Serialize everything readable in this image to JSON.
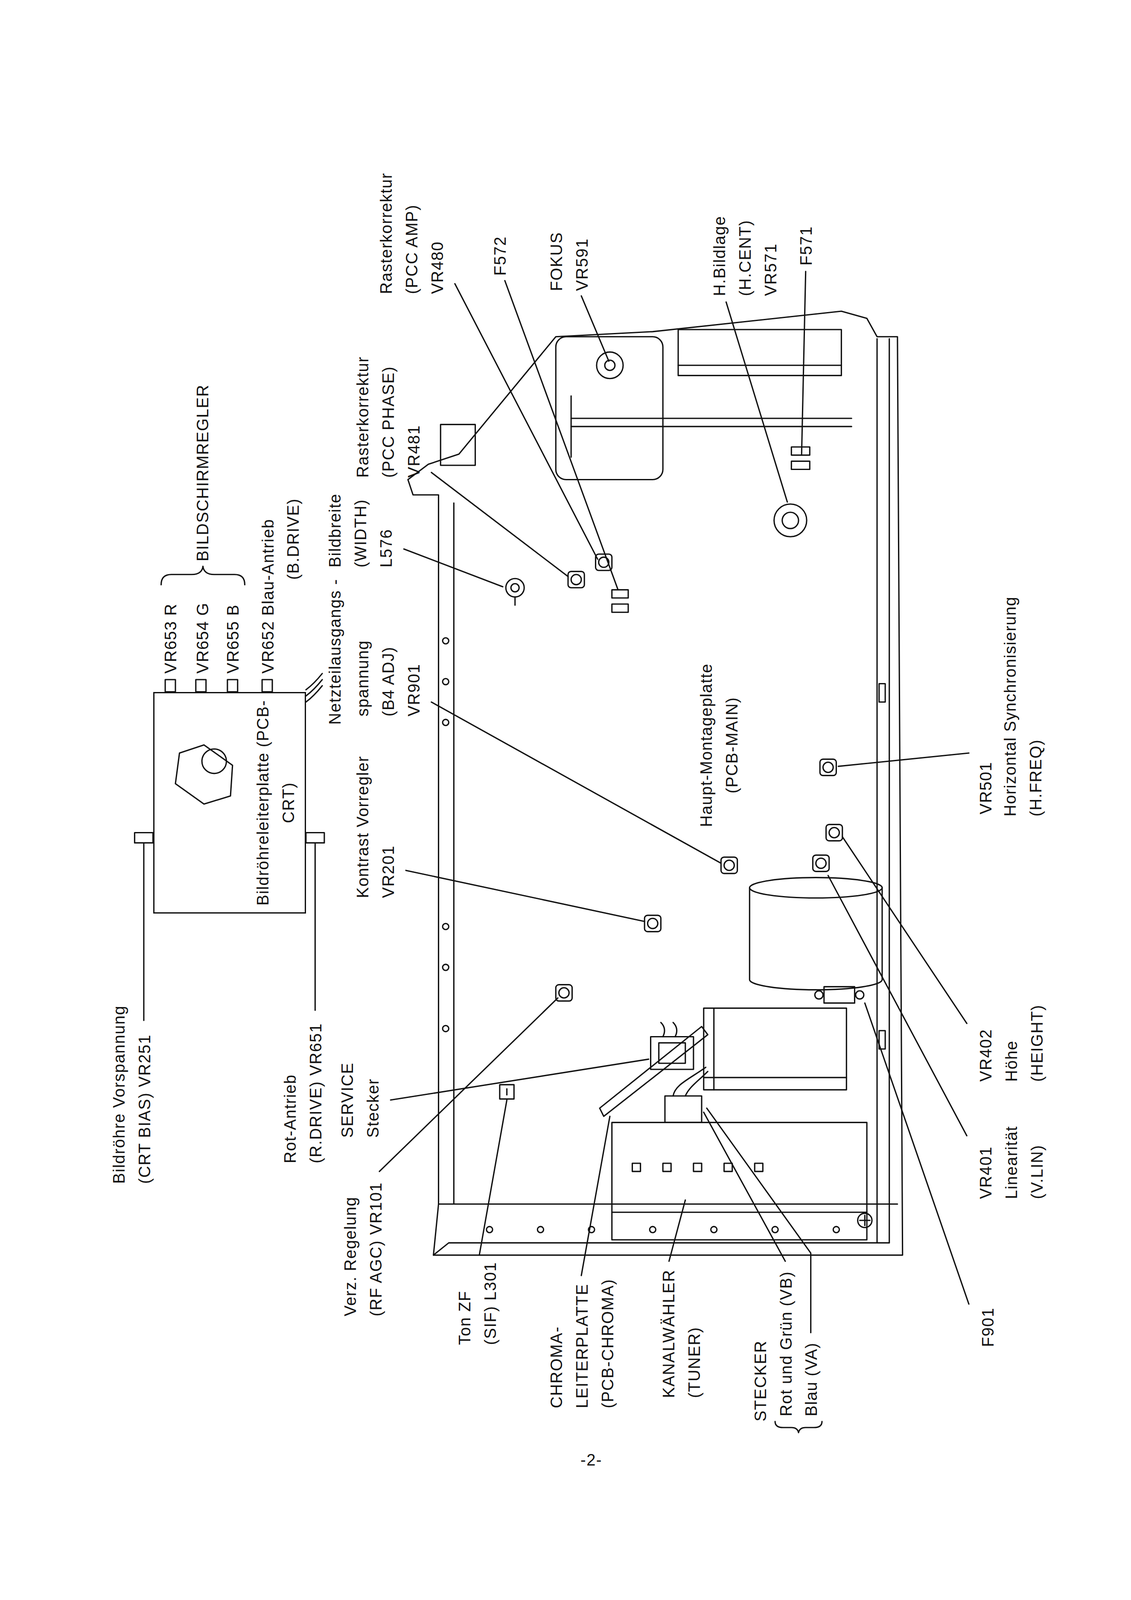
{
  "diagram": {
    "nodes": [
      {
        "text": [
          "Bildröhreleiterplatte (PCB-CRT)"
        ]
      },
      {
        "text": [
          "Haupt-Montageplatte (PCB-MAIN)"
        ]
      }
    ],
    "labels": [
      "Bildröhre Vorspannung (CRT BIAS) VR251",
      "Rot-Antrieb (R.DRIVE) VR651",
      "VR653 R",
      "VR654 G",
      "VR655 B",
      "BILDSCHIRMREGLER",
      "VR652 Blau-Antrieb",
      "(B.DRIVE)",
      "Verz. Regelung (RF AGC) VR101",
      "SERVICE Stecker",
      "Kontrast Vorregler VR201",
      "Netzteilausgangs -",
      "spannung (B4 ADJ) VR901",
      "Bildbreite (WIDTH) L576",
      "Rasterkorrektur (PCC PHASE) VR481",
      "Rasterkorrektur (PCC AMP) VR480",
      "F572",
      "FOKUS VR591",
      "H.Bildlage (H.CENT) VR571",
      "F571",
      "Ton ZF (SIF) L301",
      "CHROMA- LEITERPLATTE (PCB-CHROMA)",
      "KANALWÄHLER (TUNER)",
      "STECKER",
      "Rot und Grün (VB)",
      "Blau (VA)",
      "F901",
      "VR401 Linearität (V.LIN)",
      "VR402 Höhe (HEIGHT)",
      "VR501",
      "Horizontal Synchronisierung (H.FREQ)",
      "-2-"
    ]
  }
}
